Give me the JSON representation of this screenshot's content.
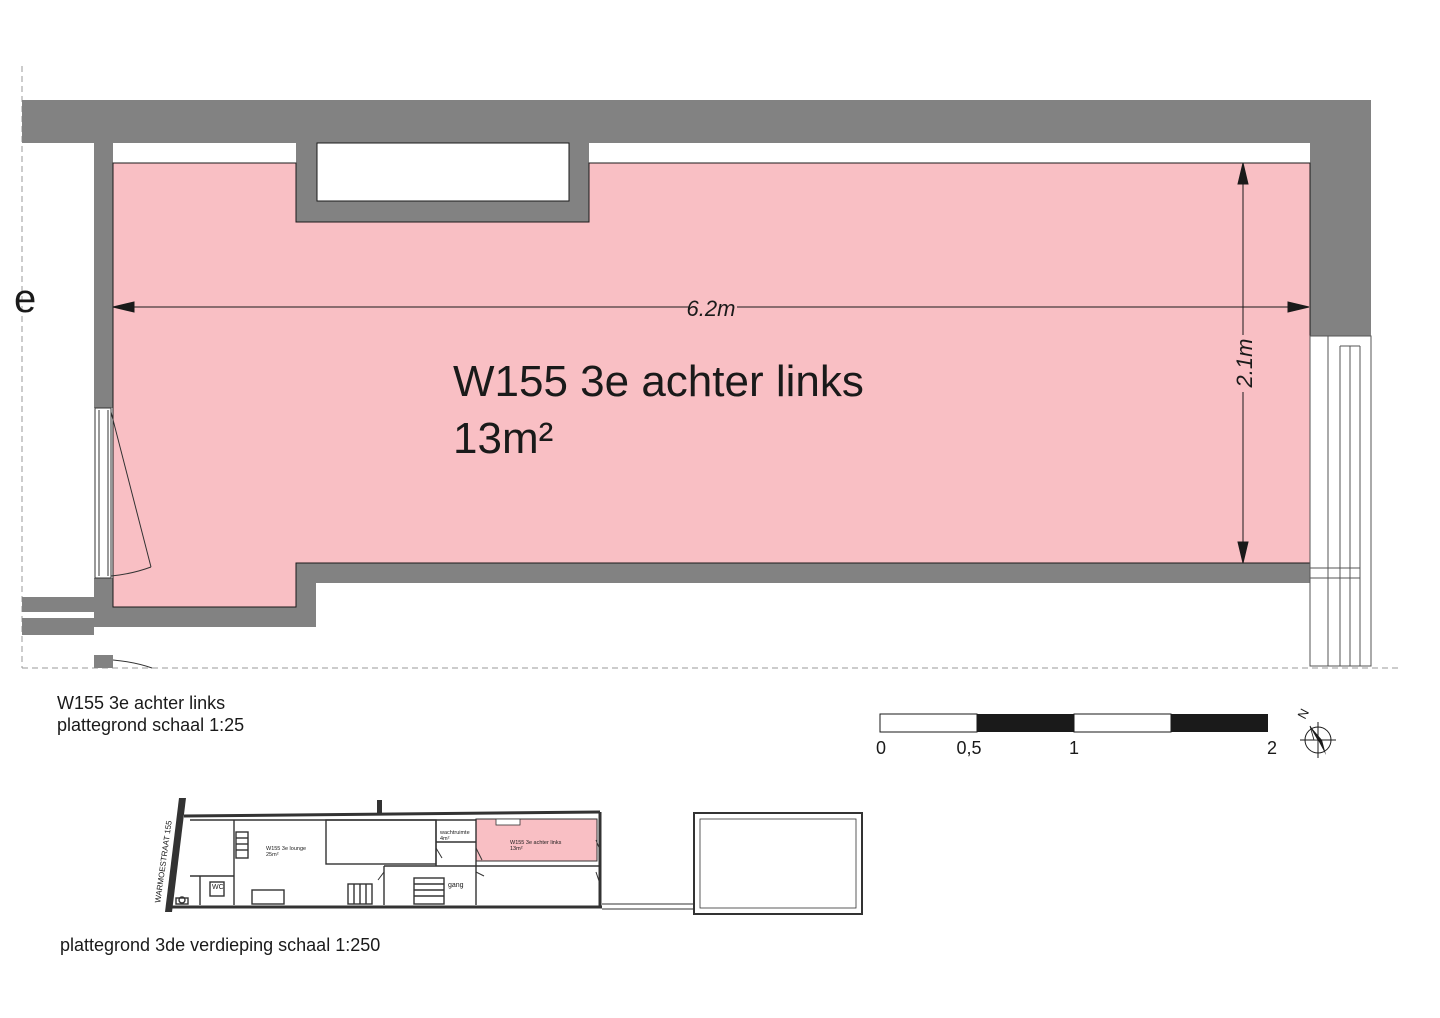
{
  "room": {
    "name": "W155 3e achter links",
    "area": "13m²",
    "dim_width": "6.2m",
    "dim_depth": "2.1m"
  },
  "caption_main": {
    "line1": "W155 3e achter links",
    "line2": "plattegrond schaal 1:25"
  },
  "scale_bar": {
    "labels": [
      "0",
      "0,5",
      "1",
      "2"
    ]
  },
  "north": {
    "letter": "N"
  },
  "keyplan": {
    "street": "WARMOESTRAAT 155",
    "lounge_name": "W155 3e lounge",
    "lounge_area": "25m²",
    "wait_name": "wachtruimte",
    "wait_area": "4m²",
    "room_name": "W155 3e achter links",
    "room_area": "13m²",
    "wc": "WC",
    "gang": "gang",
    "caption": "plattegrond 3de verdieping schaal 1:250"
  },
  "colors": {
    "wall": "#828282",
    "room_fill": "#f9bfc4",
    "line": "#1a1a1a"
  }
}
